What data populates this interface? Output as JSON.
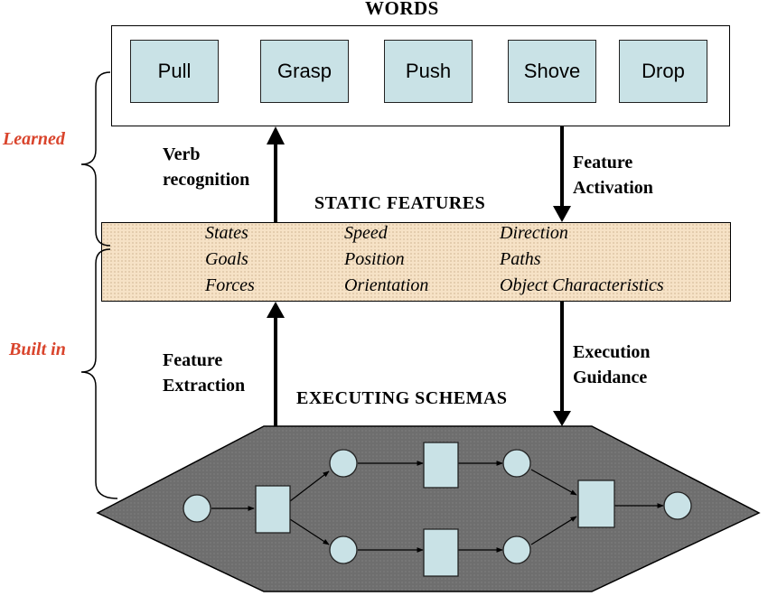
{
  "words": {
    "title": "WORDS",
    "items": [
      "Pull",
      "Grasp",
      "Push",
      "Shove",
      "Drop"
    ]
  },
  "static_features": {
    "title": "STATIC FEATURES",
    "items": [
      "States",
      "Speed",
      "Direction",
      "Goals",
      "Position",
      "Paths",
      "Forces",
      "Orientation",
      "Object Characteristics"
    ]
  },
  "executing_schemas": {
    "title": "EXECUTING SCHEMAS"
  },
  "arrows": {
    "verb_recognition": [
      "Verb",
      "recognition"
    ],
    "feature_activation": [
      "Feature",
      "Activation"
    ],
    "feature_extraction": [
      "Feature",
      "Extraction"
    ],
    "execution_guidance": [
      "Execution",
      "Guidance"
    ]
  },
  "side_labels": {
    "learned": "Learned",
    "built_in": "Built in"
  },
  "colors": {
    "word_box_fill": "#c9e2e6",
    "feature_fill": "#f6e2c6",
    "schema_fill": "#707070",
    "side_label": "#d9442c"
  }
}
